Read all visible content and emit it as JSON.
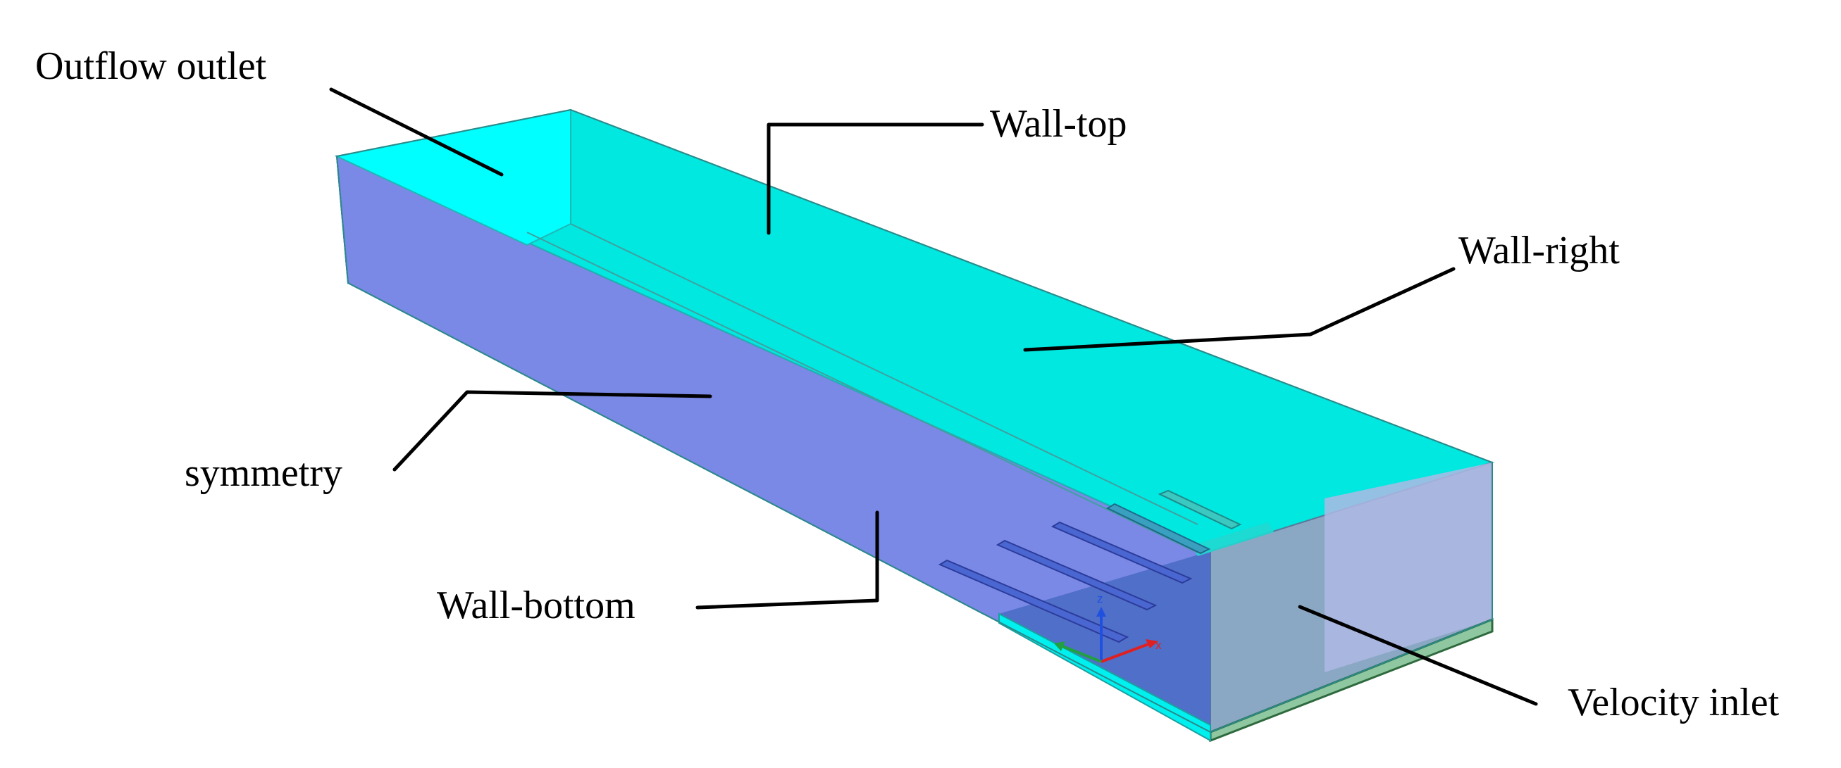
{
  "labels": {
    "outflow_outlet": "Outflow outlet",
    "wall_top": "Wall-top",
    "wall_right": "Wall-right",
    "symmetry": "symmetry",
    "wall_bottom": "Wall-bottom",
    "velocity_inlet": "Velocity inlet"
  },
  "axes": {
    "z": "z",
    "x": "x"
  },
  "colors": {
    "wall_top_face": "#00e8e0",
    "outlet_face": "#00ffff",
    "symmetry_face": "#7a88e6",
    "outlet_side_face": "#3a9cf6",
    "inlet_face": "#8aa8c4",
    "right_face": "#aeb8e4",
    "plate_front": "#4d6ec6",
    "plate_base": "#8fc7a0",
    "axis_x": "#e02020",
    "axis_y": "#20a040",
    "axis_z": "#2050e0"
  }
}
